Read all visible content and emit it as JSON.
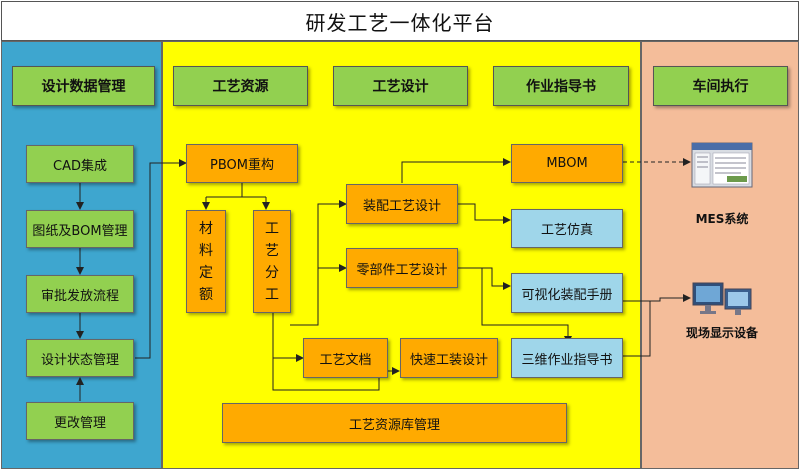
{
  "title": "研发工艺一体化平台",
  "columns": {
    "design": {
      "header": "设计数据管理",
      "items": [
        "CAD集成",
        "图纸及BOM管理",
        "审批发放流程",
        "设计状态管理",
        "更改管理"
      ]
    },
    "process": {
      "headers": [
        "工艺资源",
        "工艺设计",
        "作业指导书"
      ],
      "pbom": "PBOM重构",
      "material_quota": [
        "材",
        "料",
        "定",
        "额"
      ],
      "division": [
        "工",
        "艺",
        "分",
        "工"
      ],
      "assembly_design": "装配工艺设计",
      "parts_design": "零部件工艺设计",
      "docs": "工艺文档",
      "fixture": "快速工装设计",
      "resource_lib": "工艺资源库管理",
      "mbom": "MBOM",
      "simulation": "工艺仿真",
      "visual_manual": "可视化装配手册",
      "work_3d": "三维作业指导书"
    },
    "workshop": {
      "header": "车间执行",
      "mes_label": "MES系统",
      "display_label": "现场显示设备"
    }
  },
  "colors": {
    "design_bg": "#3ea6cf",
    "process_bg": "#ffff00",
    "workshop_bg": "#f4bd9a",
    "header_green": "#92d050",
    "box_orange": "#ffaa00",
    "box_lightblue": "#9fd6ea"
  },
  "icons": [
    "mes-system-icon",
    "display-device-icon"
  ]
}
